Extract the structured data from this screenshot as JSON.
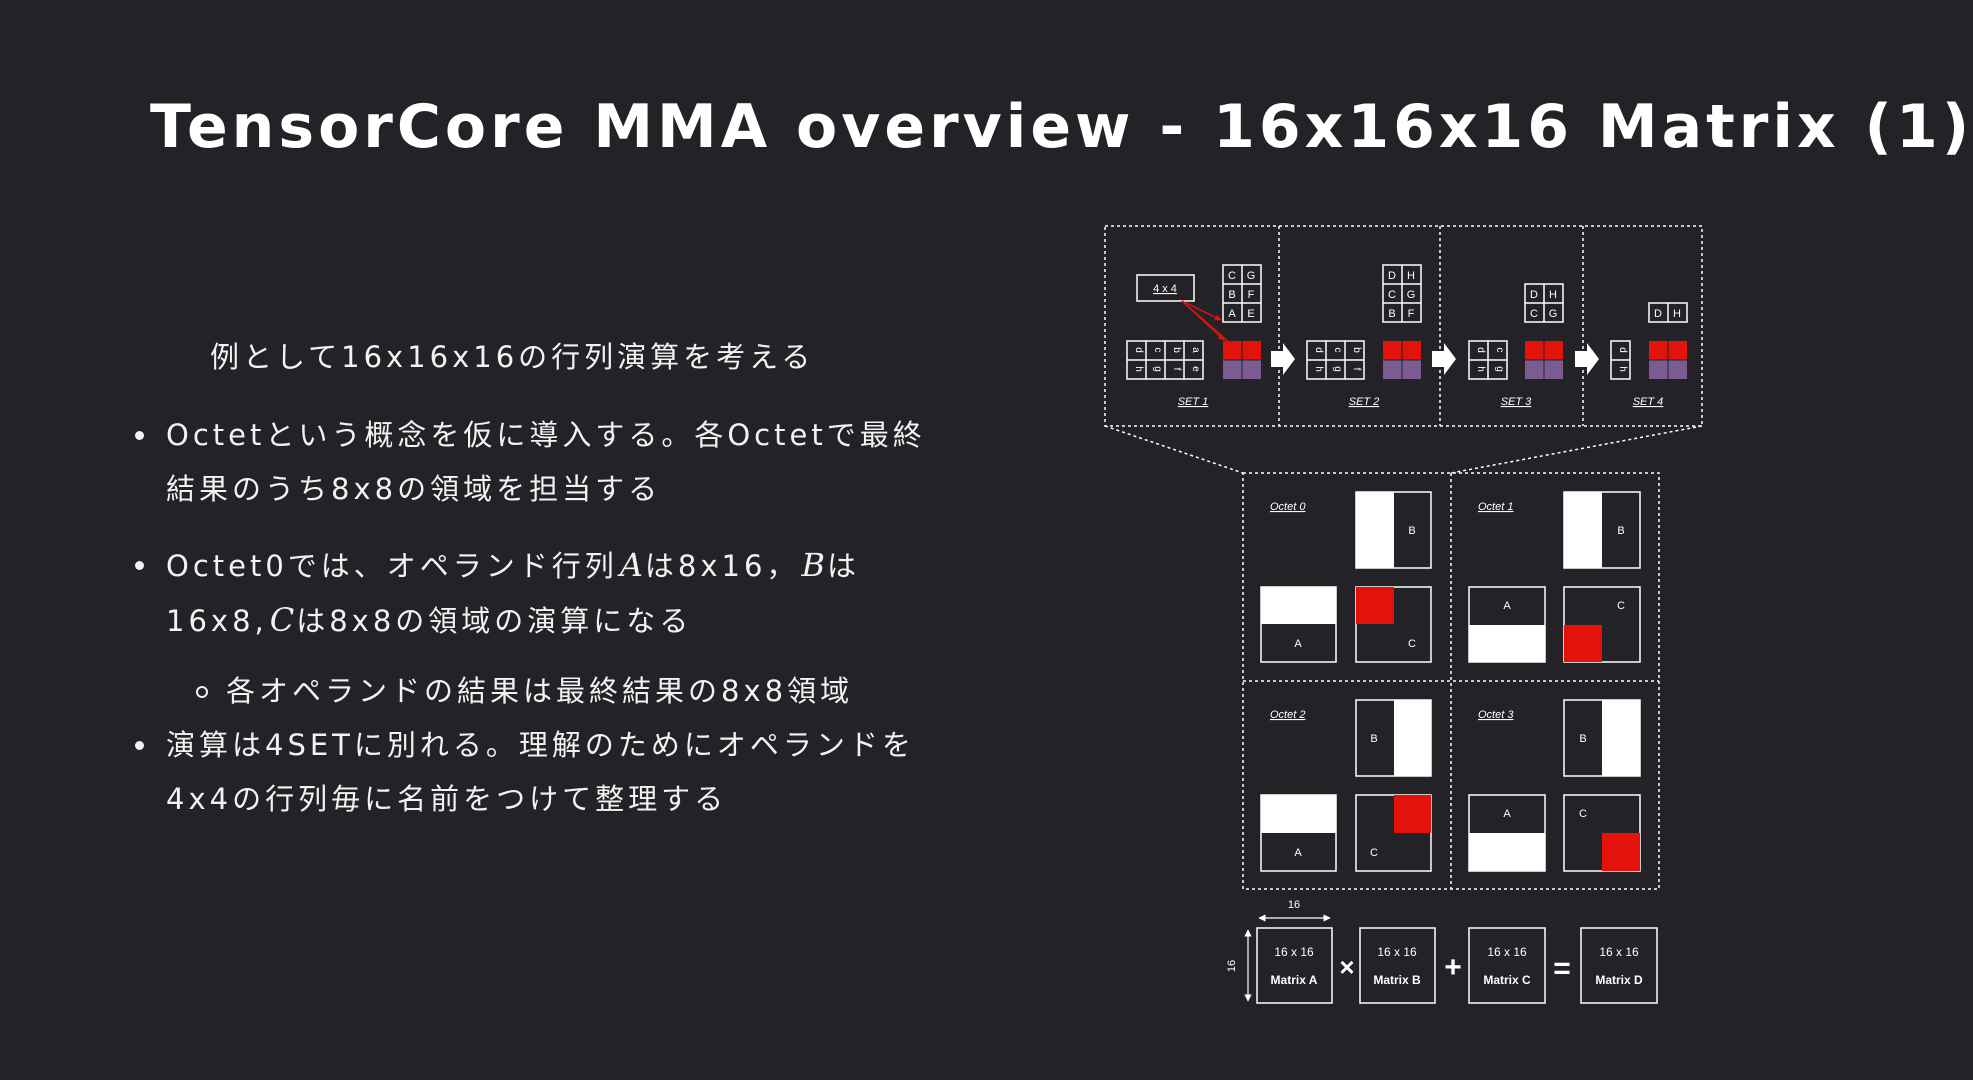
{
  "slide": {
    "title": "TensorCore MMA overview - 16x16x16 Matrix (1)",
    "intro": "例として16x16x16の行列演算を考える",
    "bullets": {
      "b1": "Octetという概念を仮に導入する。各Octetで最終結果のうち8x8の領域を担当する",
      "b2": {
        "p1": "Octet0では、オペランド行列",
        "var_a": "A",
        "p2": "は8x16，",
        "var_b": "B",
        "p3": "は16x8,",
        "var_c": "C",
        "p4": "は8x8の領域の演算になる"
      },
      "b2_sub": "各オペランドの結果は最終結果の8x8領域",
      "b3": "演算は4SETに別れる。理解のためにオペランドを4x4の行列毎に名前をつけて整理する"
    }
  },
  "diagram": {
    "sets": {
      "set1": {
        "label": "SET 1",
        "tile_label": "4 x 4",
        "b_grid": [
          [
            "C",
            "G"
          ],
          [
            "B",
            "F"
          ],
          [
            "A",
            "E"
          ]
        ],
        "a_row": [
          "h",
          "g",
          "f",
          "e",
          "d",
          "c",
          "b",
          "a"
        ]
      },
      "set2": {
        "label": "SET 2",
        "b_grid": [
          [
            "D",
            "H"
          ],
          [
            "C",
            "G"
          ],
          [
            "B",
            "F"
          ]
        ],
        "a_row": [
          "h",
          "g",
          "f",
          "d",
          "c",
          "b"
        ]
      },
      "set3": {
        "label": "SET 3",
        "b_grid": [
          [
            "D",
            "H"
          ],
          [
            "C",
            "G"
          ]
        ],
        "a_row": [
          "h",
          "g",
          "d",
          "c"
        ]
      },
      "set4": {
        "label": "SET 4",
        "b_grid": [
          [
            "D",
            "H"
          ]
        ],
        "a_row": [
          "h",
          "d"
        ]
      }
    },
    "octets": {
      "o0": {
        "label": "Octet 0",
        "a": "A",
        "b": "B",
        "c": "C"
      },
      "o1": {
        "label": "Octet 1",
        "a": "A",
        "b": "B",
        "c": "C"
      },
      "o2": {
        "label": "Octet 2",
        "a": "A",
        "b": "B",
        "c": "C"
      },
      "o3": {
        "label": "Octet 3",
        "a": "A",
        "b": "B",
        "c": "C"
      }
    },
    "equation": {
      "width_label": "16",
      "height_label": "16",
      "size": "16 x 16",
      "matrix_a": "Matrix A",
      "matrix_b": "Matrix B",
      "matrix_c": "Matrix C",
      "matrix_d": "Matrix D",
      "times": "×",
      "plus": "+",
      "equals": "="
    },
    "colors": {
      "accent_red": "#e3120b",
      "accent_purple": "#7b5c92",
      "background": "#232327"
    }
  }
}
